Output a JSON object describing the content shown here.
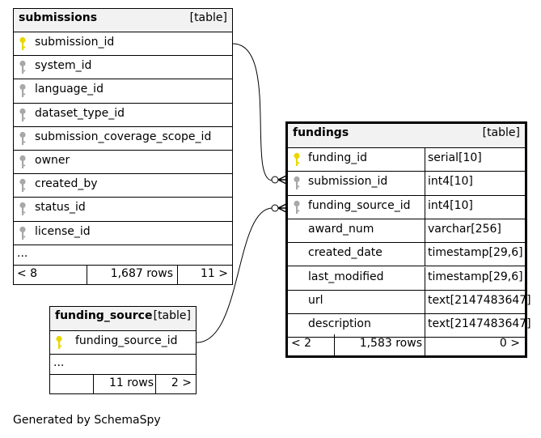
{
  "caption": "Generated by SchemaSpy",
  "submissions": {
    "name": "submissions",
    "type": "[table]",
    "columns": [
      {
        "name": "submission_id",
        "key": "primary"
      },
      {
        "name": "system_id",
        "key": "foreign"
      },
      {
        "name": "language_id",
        "key": "foreign"
      },
      {
        "name": "dataset_type_id",
        "key": "foreign"
      },
      {
        "name": "submission_coverage_scope_id",
        "key": "foreign"
      },
      {
        "name": "owner",
        "key": "foreign"
      },
      {
        "name": "created_by",
        "key": "foreign"
      },
      {
        "name": "status_id",
        "key": "foreign"
      },
      {
        "name": "license_id",
        "key": "foreign"
      }
    ],
    "ellipsis": "...",
    "footer": {
      "left": "< 8",
      "rows": "1,687 rows",
      "right": "11 >"
    }
  },
  "fundings": {
    "name": "fundings",
    "type": "[table]",
    "columns": [
      {
        "name": "funding_id",
        "type": "serial[10]",
        "key": "primary"
      },
      {
        "name": "submission_id",
        "type": "int4[10]",
        "key": "foreign"
      },
      {
        "name": "funding_source_id",
        "type": "int4[10]",
        "key": "foreign"
      },
      {
        "name": "award_num",
        "type": "varchar[256]",
        "key": "none"
      },
      {
        "name": "created_date",
        "type": "timestamp[29,6]",
        "key": "none"
      },
      {
        "name": "last_modified",
        "type": "timestamp[29,6]",
        "key": "none"
      },
      {
        "name": "url",
        "type": "text[2147483647]",
        "key": "none"
      },
      {
        "name": "description",
        "type": "text[2147483647]",
        "key": "none"
      }
    ],
    "footer": {
      "left": "< 2",
      "rows": "1,583 rows",
      "right": "0 >"
    }
  },
  "funding_source": {
    "name": "funding_source",
    "type": "[table]",
    "columns": [
      {
        "name": "funding_source_id",
        "key": "primary"
      }
    ],
    "ellipsis": "...",
    "footer": {
      "left": "",
      "rows": "11 rows",
      "right": "2 >"
    }
  },
  "colors": {
    "primary_key": "#e8d800",
    "foreign_key": "#a8a8a8",
    "header_bg": "#f2f2f2",
    "line": "#000000"
  }
}
